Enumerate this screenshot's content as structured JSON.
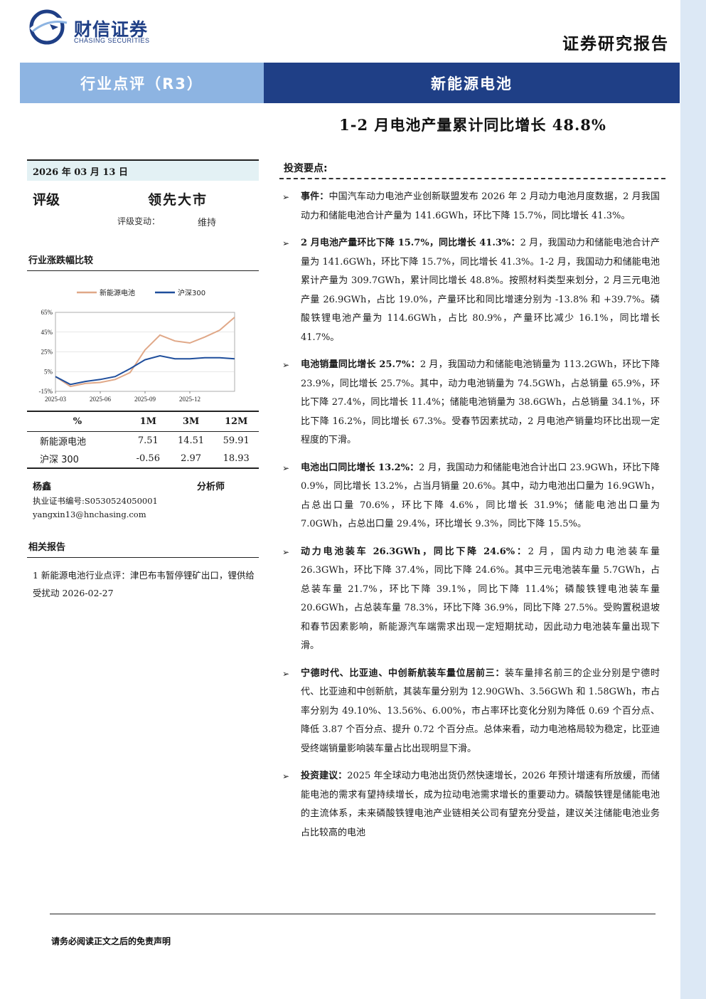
{
  "header": {
    "logo_cn": "财信证券",
    "logo_en": "CHASING SECURITIES",
    "report_type": "证券研究报告"
  },
  "band": {
    "left": "行业点评（R3）",
    "right": "新能源电池"
  },
  "title": "1-2 月电池产量累计同比增长 48.8%",
  "sidebar": {
    "date": "2026 年 03 月 13 日",
    "rating_label": "评级",
    "rating_value": "领先大市",
    "change_label": "评级变动：",
    "change_value": "维持",
    "chart_heading": "行业涨跌幅比较",
    "perf_table": {
      "headers": [
        "%",
        "1M",
        "3M",
        "12M"
      ],
      "rows": [
        {
          "name": "新能源电池",
          "m1": "7.51",
          "m3": "14.51",
          "m12": "59.91"
        },
        {
          "name": "沪深 300",
          "m1": "-0.56",
          "m3": "2.97",
          "m12": "18.93"
        }
      ]
    },
    "analyst": {
      "name": "杨鑫",
      "role": "分析师",
      "cert": "执业证书编号:S0530524050001",
      "email": "yangxin13@hnchasing.com"
    },
    "related_heading": "相关报告",
    "related_items": [
      "1 新能源电池行业点评：津巴布韦暂停锂矿出口，锂供给受扰动 2026-02-27"
    ]
  },
  "chart_data": {
    "type": "line",
    "legend": [
      "新能源电池",
      "沪深300"
    ],
    "y_ticks": [
      "65%",
      "45%",
      "25%",
      "5%",
      "-15%"
    ],
    "x_ticks": [
      "2025-03",
      "2025-06",
      "2025-09",
      "2025-12"
    ],
    "ylim": [
      -15,
      65
    ],
    "x": [
      "2025-03",
      "2025-04",
      "2025-05",
      "2025-06",
      "2025-07",
      "2025-08",
      "2025-09",
      "2025-10",
      "2025-11",
      "2025-12",
      "2026-01",
      "2026-02",
      "2026-03"
    ],
    "series": [
      {
        "name": "新能源电池",
        "color": "#e0a888",
        "values": [
          0,
          -10,
          -7,
          -6,
          -3,
          4,
          27,
          42,
          36,
          34,
          40,
          47,
          60
        ]
      },
      {
        "name": "沪深300",
        "color": "#1f4e9c",
        "values": [
          0,
          -8,
          -5,
          -3,
          0,
          8,
          17,
          21,
          18,
          18,
          19,
          19,
          18
        ]
      }
    ]
  },
  "key_points": {
    "heading": "投资要点:",
    "items": [
      {
        "lead": "事件：",
        "text": "中国汽车动力电池产业创新联盟发布 2026 年 2 月动力电池月度数据，2 月我国动力和储能电池合计产量为 141.6GWh，环比下降 15.7%，同比增长 41.3%。"
      },
      {
        "lead": "2 月电池产量环比下降 15.7%，同比增长 41.3%：",
        "text": "2 月，我国动力和储能电池合计产量为 141.6GWh，环比下降 15.7%，同比增长 41.3%。1-2 月，我国动力和储能电池累计产量为 309.7GWh，累计同比增长 48.8%。按照材料类型来划分，2 月三元电池产量 26.9GWh，占比 19.0%，产量环比和同比增速分别为 -13.8% 和 +39.7%。磷酸铁锂电池产量为 114.6GWh，占比 80.9%，产量环比减少 16.1%，同比增长 41.7%。"
      },
      {
        "lead": "电池销量同比增长 25.7%：",
        "text": "2 月，我国动力和储能电池销量为 113.2GWh，环比下降 23.9%，同比增长 25.7%。其中，动力电池销量为 74.5GWh，占总销量 65.9%，环比下降 27.4%，同比增长 11.4%；储能电池销量为 38.6GWh，占总销量 34.1%，环比下降 16.2%，同比增长 67.3%。受春节因素扰动，2 月电池产销量均环比出现一定程度的下滑。"
      },
      {
        "lead": "电池出口同比增长 13.2%：",
        "text": "2 月，我国动力和储能电池合计出口 23.9GWh，环比下降 0.9%，同比增长 13.2%，占当月销量 20.6%。其中，动力电池出口量为 16.9GWh，占总出口量 70.6%，环比下降 4.6%，同比增长 31.9%；储能电池出口量为 7.0GWh，占总出口量 29.4%，环比增长 9.3%，同比下降 15.5%。"
      },
      {
        "lead": "动力电池装车 26.3GWh，同比下降 24.6%：",
        "text": "2 月，国内动力电池装车量 26.3GWh，环比下降 37.4%，同比下降 24.6%。其中三元电池装车量 5.7GWh，占总装车量 21.7%，环比下降 39.1%，同比下降 11.4%；磷酸铁锂电池装车量 20.6GWh，占总装车量 78.3%，环比下降 36.9%，同比下降 27.5%。受购置税退坡和春节因素影响，新能源汽车端需求出现一定短期扰动，因此动力电池装车量出现下滑。"
      },
      {
        "lead": "宁德时代、比亚迪、中创新航装车量位居前三：",
        "text": "装车量排名前三的企业分别是宁德时代、比亚迪和中创新航，其装车量分别为 12.90GWh、3.56GWh 和 1.58GWh，市占率分别为 49.10%、13.56%、6.00%，市占率环比变化分别为降低 0.69 个百分点、降低 3.87 个百分点、提升 0.72 个百分点。总体来看，动力电池格局较为稳定，比亚迪受终端销量影响装车量占比出现明显下滑。"
      },
      {
        "lead": "投资建议：",
        "text": "2025 年全球动力电池出货仍然快速增长，2026 年预计增速有所放缓，而储能电池的需求有望持续增长，成为拉动电池需求增长的重要动力。磷酸铁锂是储能电池的主流体系，未来磷酸铁锂电池产业链相关公司有望充分受益，建议关注储能电池业务占比较高的电池"
      }
    ]
  },
  "footer": {
    "disclaimer": "请务必阅读正文之后的免责声明"
  }
}
